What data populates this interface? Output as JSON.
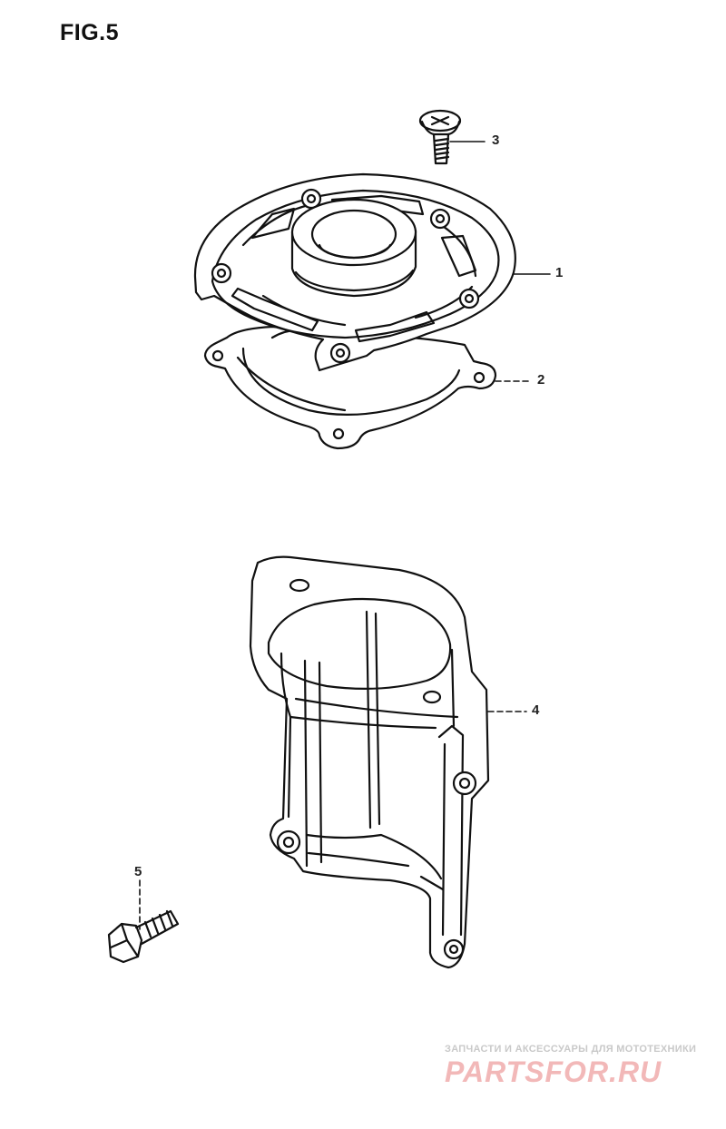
{
  "figure": {
    "title": "FIG.5"
  },
  "callouts": [
    {
      "id": "1",
      "label": "1"
    },
    {
      "id": "2",
      "label": "2"
    },
    {
      "id": "3",
      "label": "3"
    },
    {
      "id": "4",
      "label": "4"
    },
    {
      "id": "5",
      "label": "5"
    }
  ],
  "watermark": {
    "tagline": "ЗАПЧАСТИ И АКСЕССУАРЫ ДЛЯ МОТОТЕХНИКИ",
    "logo_text": "PARTSFOR.RU",
    "logo_color": "#f2b8b8"
  },
  "colors": {
    "ink": "#111111",
    "background": "#ffffff"
  }
}
